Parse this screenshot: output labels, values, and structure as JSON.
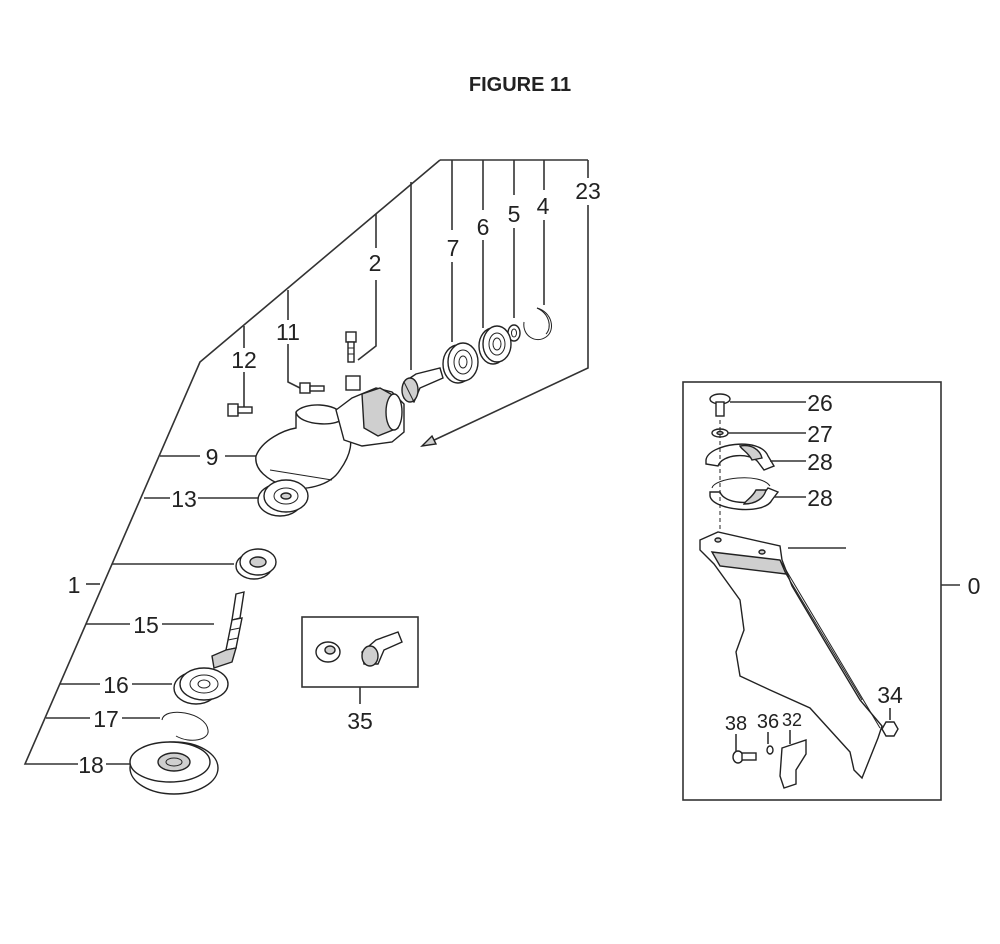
{
  "figure": {
    "title": "FIGURE 11"
  },
  "callouts": {
    "p1": "1",
    "p2": "2",
    "p4": "4",
    "p5": "5",
    "p6": "6",
    "p7": "7",
    "p9": "9",
    "p11": "11",
    "p12": "12",
    "p13": "13",
    "p15": "15",
    "p16": "16",
    "p17": "17",
    "p18": "18",
    "p23": "23",
    "p26": "26",
    "p27": "27",
    "p28a": "28",
    "p28b": "28",
    "p0": "0",
    "p32": "32",
    "p34": "34",
    "p35": "35",
    "p36": "36",
    "p38": "38"
  }
}
